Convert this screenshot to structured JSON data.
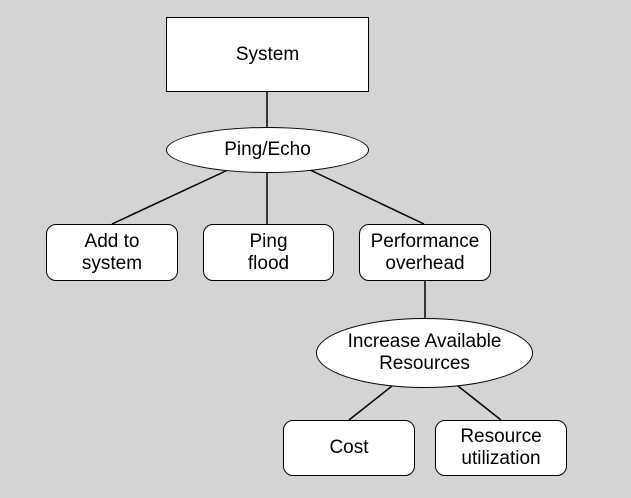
{
  "diagram": {
    "system": {
      "label": "System"
    },
    "ping_echo": {
      "label": "Ping/Echo"
    },
    "add_to_system": {
      "line1": "Add to",
      "line2": "system"
    },
    "ping_flood": {
      "line1": "Ping",
      "line2": "flood"
    },
    "performance_overhead": {
      "line1": "Performance",
      "line2": "overhead"
    },
    "increase_resources": {
      "line1": "Increase Available",
      "line2": "Resources"
    },
    "cost": {
      "label": "Cost"
    },
    "resource_utilization": {
      "line1": "Resource",
      "line2": "utilization"
    }
  },
  "colors": {
    "background": "#d4d4d4",
    "node_fill": "#ffffff",
    "stroke": "#000000"
  }
}
